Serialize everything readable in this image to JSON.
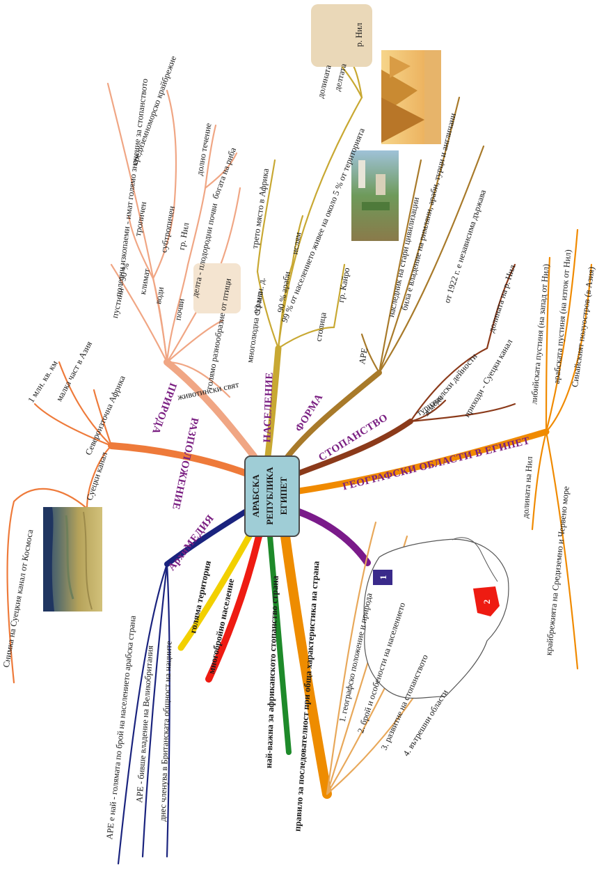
{
  "center": {
    "lines": [
      "АРАБСКА",
      "РЕПУБЛИКА",
      "ЕГИПЕТ"
    ],
    "fill": "#9fcdd6",
    "stroke": "#4a4a4a"
  },
  "colors": {
    "razpolojenie": "#ee7a3a",
    "priroda": "#f0a684",
    "naselenie": "#c8a832",
    "forma": "#a87a2a",
    "stopanstvo": "#8b3a1a",
    "oblasti": "#f08a00",
    "arhimedia": "#1a237e",
    "branch_text": "#7a1f82",
    "yellow": "#f2d000",
    "red": "#ee1b12",
    "green": "#1e8a2a",
    "orange": "#ee8c00",
    "purple": "#7a1a8a",
    "label_highlight": "#f4e4d0",
    "beige_box": "#ead8b8"
  },
  "branches": {
    "razpolojenie": {
      "label": "РАЗПОЛОЖЕНИЕ",
      "items": [
        "Суецки канал",
        "Североизточна Африка",
        "малка част в Азия",
        "1 млн. кв. км"
      ],
      "photo_caption": "Снимка на Суецкия канал от Космоса"
    },
    "priroda": {
      "label": "ПРИРОДА",
      "items": [
        "пустини - 90 %",
        "полезни изкопаеми - имат голямо значение за стопанството",
        "климат",
        "тропичен",
        "субтропичен",
        "средиземноморско крайбрежие",
        "води",
        "гр. Нил",
        "долно течение",
        "богата на риба",
        "почви",
        "делта - плодородни почви",
        "голямо разнообразие от птици",
        "животински свят"
      ]
    },
    "naselenie": {
      "label": "НАСЕЛЕНИЕ",
      "items": [
        "многолюдна страна",
        "93 млн. д.",
        "трето място в Африка",
        "90 % араби",
        "ислям",
        "99 % от населението живее на около 5 % от територията",
        "долината",
        "делтата",
        "р. Нил",
        "столица",
        "гр. Кайро"
      ]
    },
    "forma": {
      "label": "ФОРМА",
      "items": [
        "АРЕ",
        "наследник на стари цивилизации",
        "била е владение на римляни, араби, турци и англичани",
        "от 1922 г. е независима държава"
      ]
    },
    "stopanstvo": {
      "label": "СТОПАНСТВО",
      "items": [
        "земеделски дейности",
        "долината на р. Нил",
        "туризъм",
        "приходи - Суецки канал"
      ]
    },
    "oblasti": {
      "label": "ГЕОГРАФСКИ ОБЛАСТИ В ЕГИПЕТ",
      "items": [
        "либийската пустиня (на запад от Нил)",
        "арабската пустиня (на изток от Нил)",
        "Синайският полуостров (в Азия)",
        "долината на Нил",
        "крайбрежията на Средиземно и Червено море"
      ]
    },
    "arhimedia": {
      "label": "АрхиМЕДИЯ",
      "items": [
        "АРЕ е най - голямата по брой на населението арабска страна",
        "АРЕ - бивше владение на Великобритания",
        "днес членува в Британската общност на нациите"
      ]
    },
    "golyama": {
      "label": "голяма територия"
    },
    "mnogo": {
      "label": "многобройно население"
    },
    "naivajna": {
      "label": "най-важна за африканското стопанство страна"
    },
    "pravilo": {
      "label": "правило за последователност при обща характеристика на страна",
      "items": [
        "1. географско положение и природа",
        "2. брой и особености на населението",
        "3. развитие на стопанството",
        "4. вътрешни области"
      ]
    }
  },
  "map_markers": [
    "1",
    "2"
  ]
}
